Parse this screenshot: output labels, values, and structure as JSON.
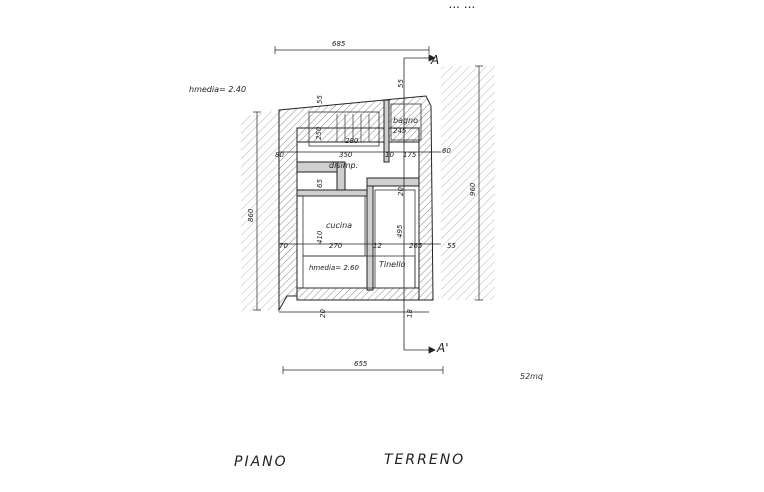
{
  "header_text": "... ...",
  "dimensions": {
    "overall_top": "685",
    "overall_bottom": "655",
    "left_height": "860",
    "right_height": "960",
    "d55_top_left": "55",
    "d55_top_right": "55",
    "d250": "250",
    "d280": "280",
    "d245": "245",
    "d80": "80",
    "d350": "350",
    "d10": "10",
    "d175": "175",
    "d60": "60",
    "d65": "65",
    "d410": "410",
    "d270": "270",
    "d12": "12",
    "d495": "495",
    "d265": "265",
    "d70": "70",
    "d55_right": "55",
    "d20": "20",
    "d18": "18",
    "d20_stairs": "20"
  },
  "labels": {
    "hmedia_top": "hmedia= 2.40",
    "hmedia_mid": "hmedia= 2.60",
    "section_top": "A",
    "section_bottom": "A'",
    "area_note": "52mq"
  },
  "rooms": {
    "bagno": "bagno",
    "disimp": "disimp.",
    "cucina": "cucina",
    "tinello": "Tinello"
  },
  "title": {
    "word1": "PIANO",
    "word2": "TERRENO"
  }
}
